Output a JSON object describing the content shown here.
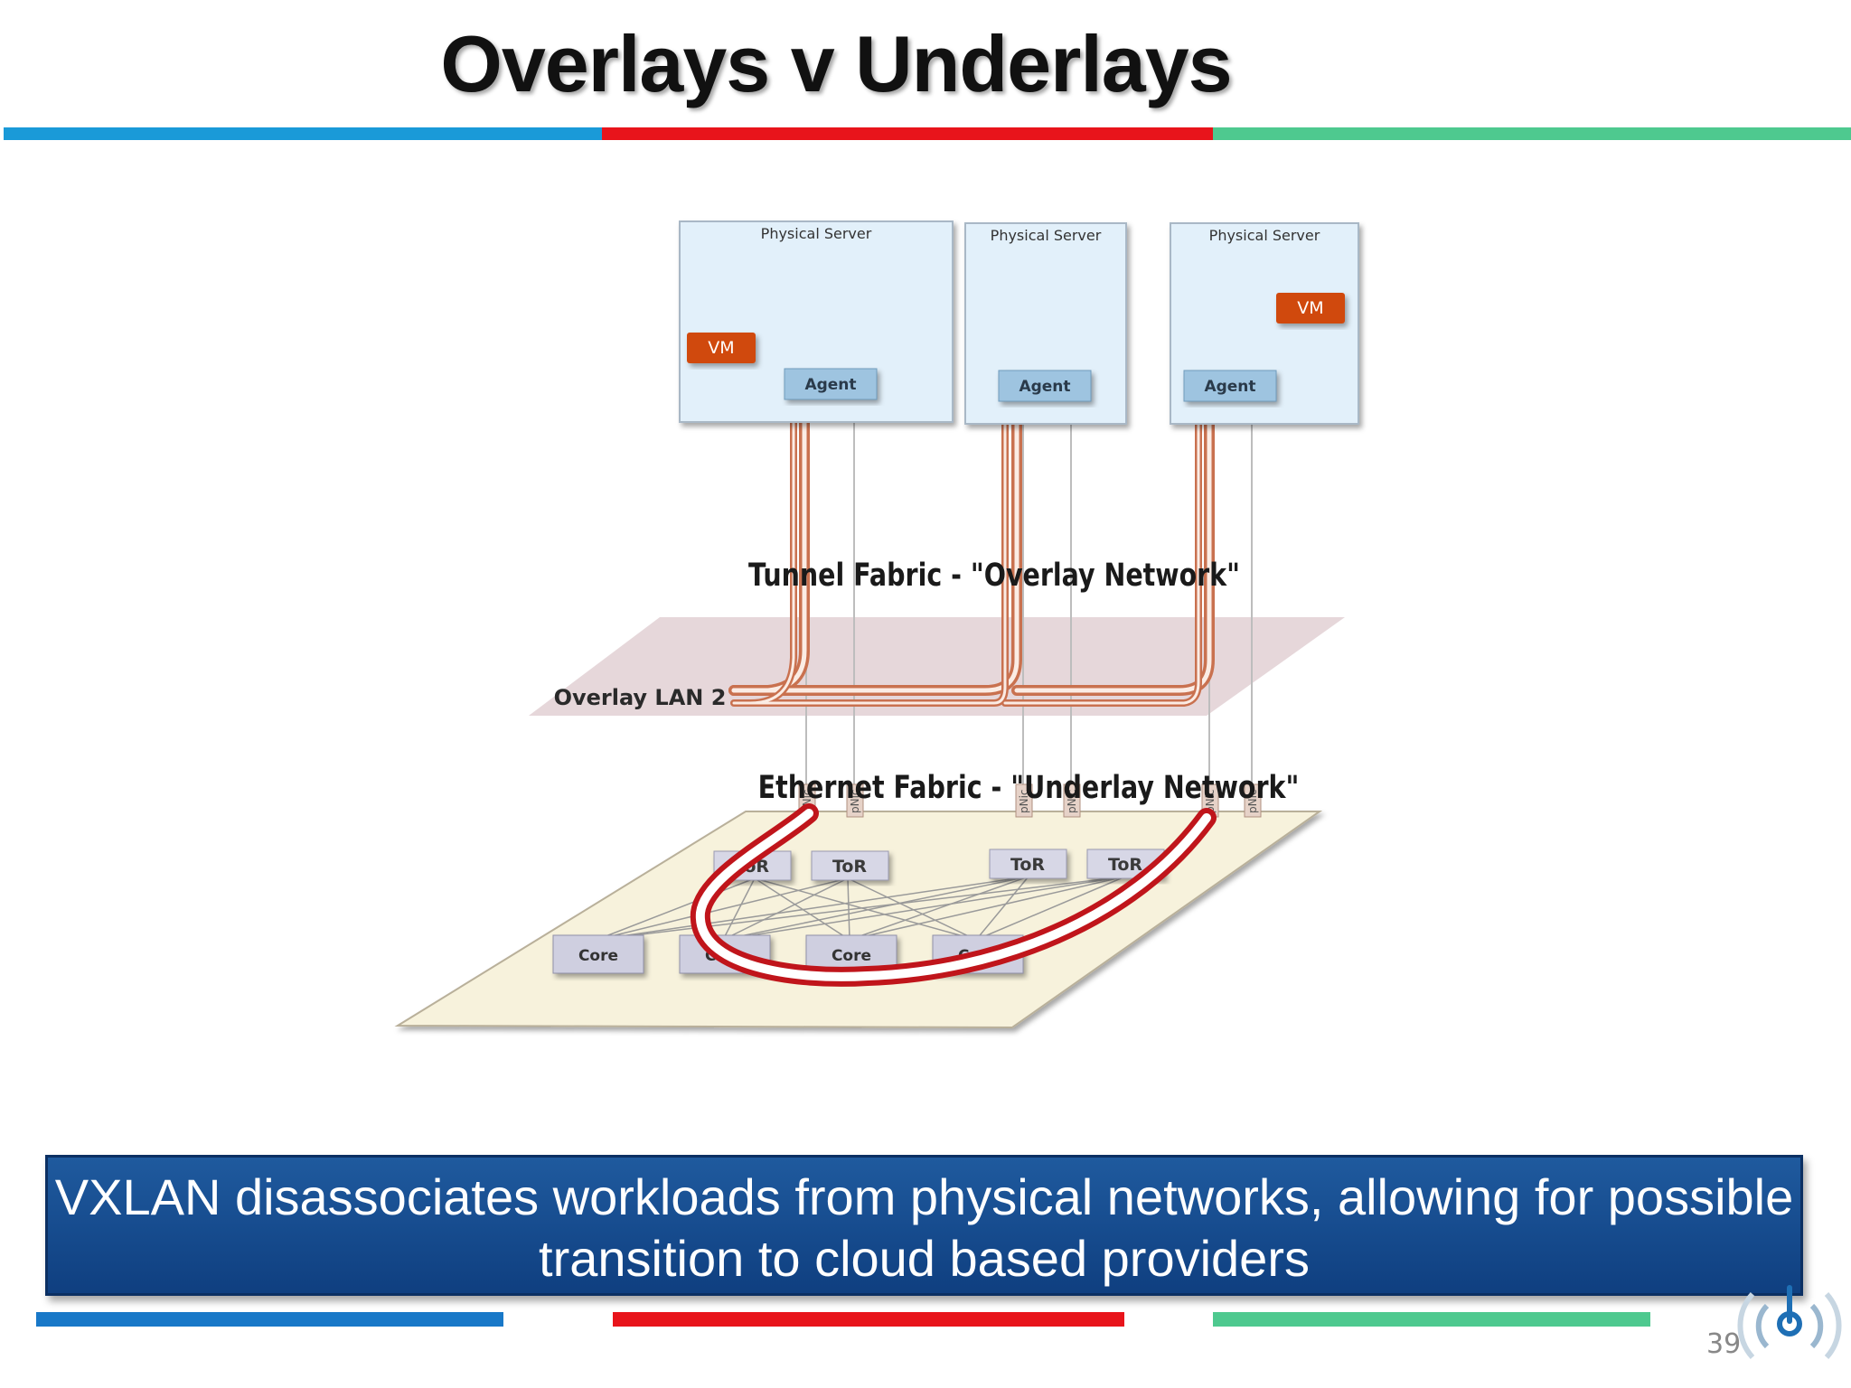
{
  "slide": {
    "title": "Overlays v Underlays",
    "page_number": "39",
    "callout": "VXLAN disassociates workloads from physical networks, allowing for possible transition to cloud based providers"
  },
  "colors": {
    "blue": "#1a9ad8",
    "red": "#e8141b",
    "green": "#4ec98f",
    "callout_bg": "#174a8b",
    "vm": "#d04a10",
    "agent": "#9ec4e0"
  },
  "diagram": {
    "servers": [
      {
        "label": "Physical  Server",
        "vm": "VM",
        "agent": "Agent"
      },
      {
        "label": "Physical  Server",
        "agent": "Agent"
      },
      {
        "label": "Physical  Server",
        "vm": "VM",
        "agent": "Agent"
      }
    ],
    "overlay_title": "Tunnel Fabric - \"Overlay Network\"",
    "overlay_plane_label": "Overlay LAN 2",
    "underlay_title": "Ethernet Fabric - \"Underlay Network\"",
    "tor_labels": [
      "ToR",
      "ToR",
      "ToR",
      "ToR"
    ],
    "core_labels": [
      "Core",
      "Core",
      "Core",
      "Core"
    ],
    "pnic_label": "pNic"
  }
}
